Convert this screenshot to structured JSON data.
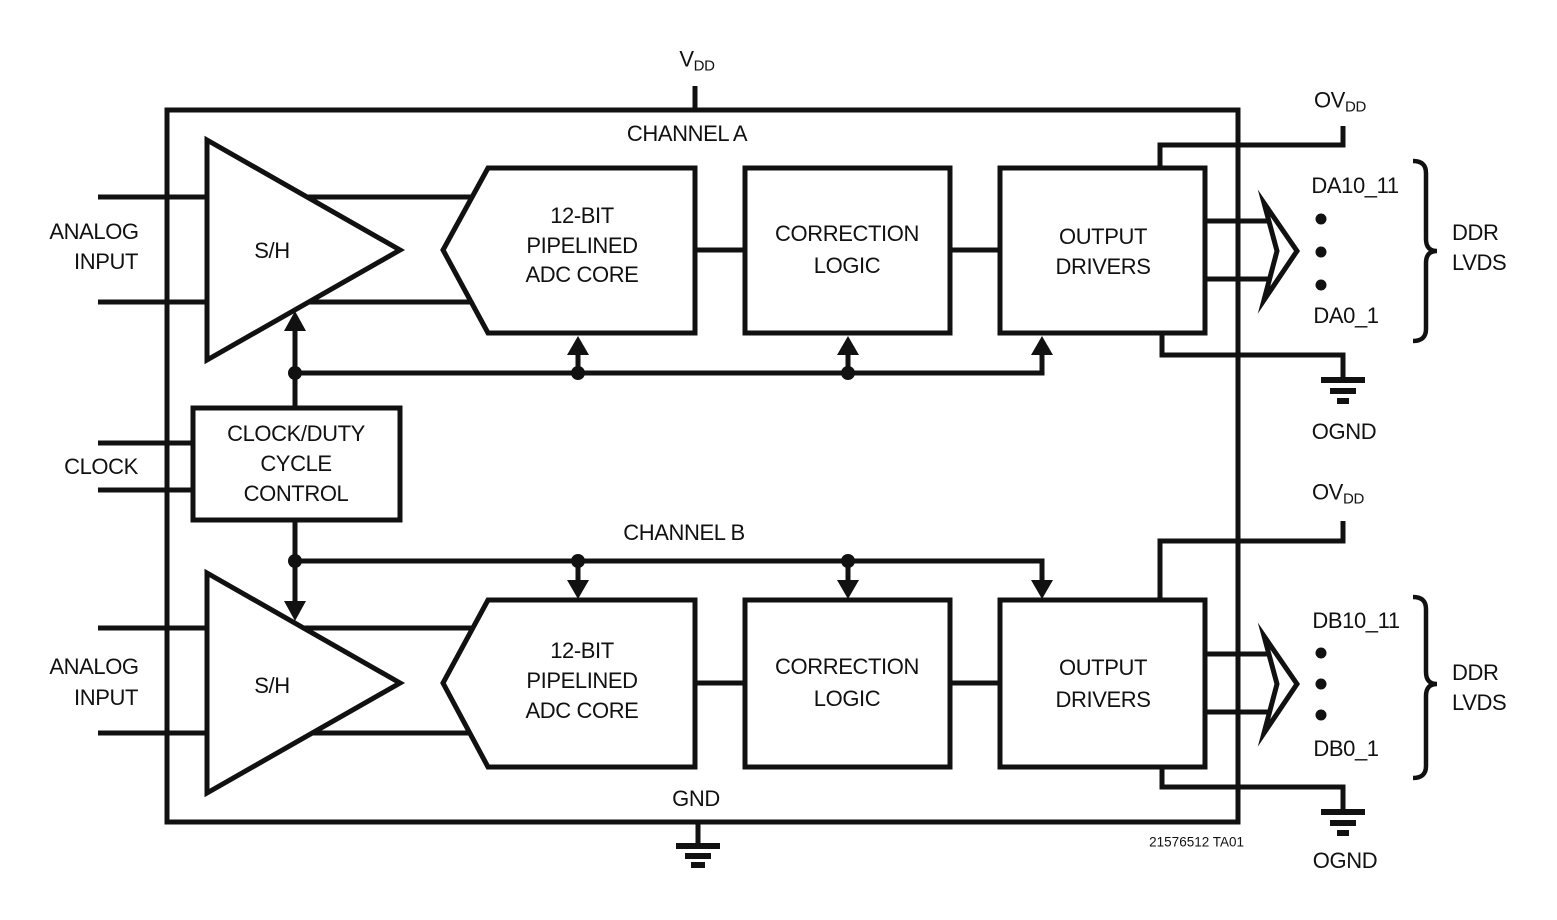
{
  "colors": {
    "ink": "#111111",
    "background": "#ffffff"
  },
  "top": {
    "vdd_base": "V",
    "vdd_sub": "DD"
  },
  "bottom": {
    "gnd": "GND",
    "part_code": "21576512 TA01"
  },
  "clock": {
    "label": "CLOCK",
    "box": {
      "line1": "CLOCK/DUTY",
      "line2": "CYCLE",
      "line3": "CONTROL"
    }
  },
  "channel_a": {
    "title": "CHANNEL A",
    "analog": {
      "line1": "ANALOG",
      "line2": "INPUT"
    },
    "sh": "S/H",
    "adc": {
      "line1": "12-BIT",
      "line2": "PIPELINED",
      "line3": "ADC CORE"
    },
    "correction": {
      "line1": "CORRECTION",
      "line2": "LOGIC"
    },
    "drivers": {
      "line1": "OUTPUT",
      "line2": "DRIVERS"
    },
    "out_top": "DA10_11",
    "out_bottom": "DA0_1",
    "bus": {
      "line1": "DDR",
      "line2": "LVDS"
    },
    "ovdd_base": "OV",
    "ovdd_sub": "DD",
    "ognd": "OGND"
  },
  "channel_b": {
    "title": "CHANNEL B",
    "analog": {
      "line1": "ANALOG",
      "line2": "INPUT"
    },
    "sh": "S/H",
    "adc": {
      "line1": "12-BIT",
      "line2": "PIPELINED",
      "line3": "ADC CORE"
    },
    "correction": {
      "line1": "CORRECTION",
      "line2": "LOGIC"
    },
    "drivers": {
      "line1": "OUTPUT",
      "line2": "DRIVERS"
    },
    "out_top": "DB10_11",
    "out_bottom": "DB0_1",
    "bus": {
      "line1": "DDR",
      "line2": "LVDS"
    },
    "ovdd_base": "OV",
    "ovdd_sub": "DD",
    "ognd": "OGND"
  }
}
